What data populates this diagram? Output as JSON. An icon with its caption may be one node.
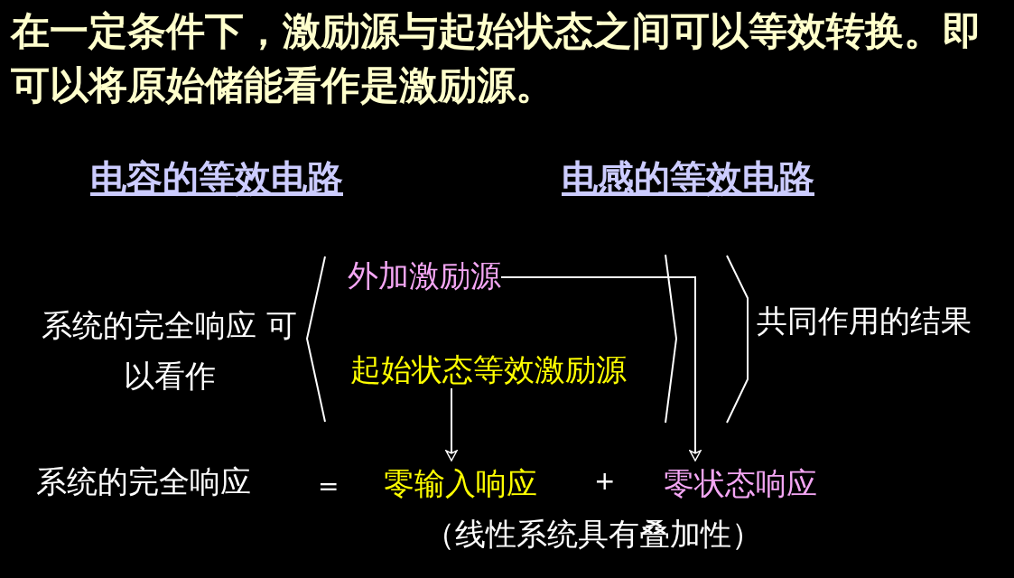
{
  "diagram": {
    "title": "在一定条件下，激励源与起始状态之间可以等效转换。即可以将原始储能看作是激励源。",
    "nodes": [
      {
        "text": [
          "外加激励源"
        ]
      },
      {
        "text": [
          "起始状态等效激励源"
        ]
      },
      {
        "text": [
          "零输入响应"
        ]
      },
      {
        "text": [
          "零状态响应"
        ]
      }
    ],
    "edges": [
      {
        "from": 0,
        "to": 3,
        "arrow": "to"
      },
      {
        "from": 1,
        "to": 2,
        "arrow": "to"
      }
    ],
    "labels": [
      "电容的等效电路",
      "电感的等效电路",
      "系统的完全响应 可以看作",
      "共同作用的结果",
      "系统的完全响应",
      "=",
      "+",
      "（线性系统具有叠加性）"
    ]
  }
}
